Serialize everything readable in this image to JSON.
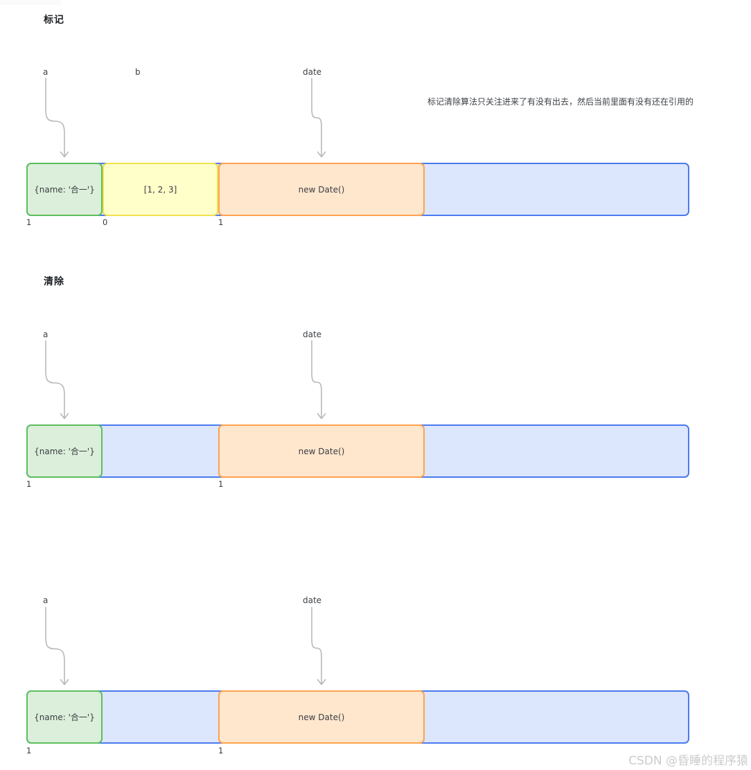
{
  "mark": {
    "title": "标记",
    "annotation": "标记清除算法只关注进来了有没有出去，然后当前里面有没有还在引用的",
    "pointers": [
      "a",
      "b",
      "date"
    ],
    "cells": [
      {
        "text": "{name: '合一'}",
        "count": "1"
      },
      {
        "text": "[1, 2, 3]",
        "count": "0"
      },
      {
        "text": "new Date()",
        "count": "1"
      }
    ]
  },
  "sweep": {
    "title": "清除",
    "stages": [
      {
        "pointers": [
          "a",
          "date"
        ],
        "cells": [
          {
            "text": "{name: '合一'}",
            "count": "1"
          },
          {
            "text": "new Date()",
            "count": "1"
          }
        ]
      },
      {
        "pointers": [
          "a",
          "date"
        ],
        "cells": [
          {
            "text": "{name: '合一'}",
            "count": "1"
          },
          {
            "text": "new Date()",
            "count": "1"
          }
        ]
      }
    ]
  },
  "watermark": "CSDN @昏睡的程序猿",
  "colors": {
    "heap_border": "#4a7af0",
    "heap_fill": "#dce6fc",
    "object_border": "#5cbe5c",
    "object_fill": "#dcefdb",
    "array_border": "#f0e24e",
    "array_fill": "#feffc9",
    "date_border": "#ffa24d",
    "date_fill": "#ffe7ce",
    "arrow": "#b5b9bd"
  }
}
